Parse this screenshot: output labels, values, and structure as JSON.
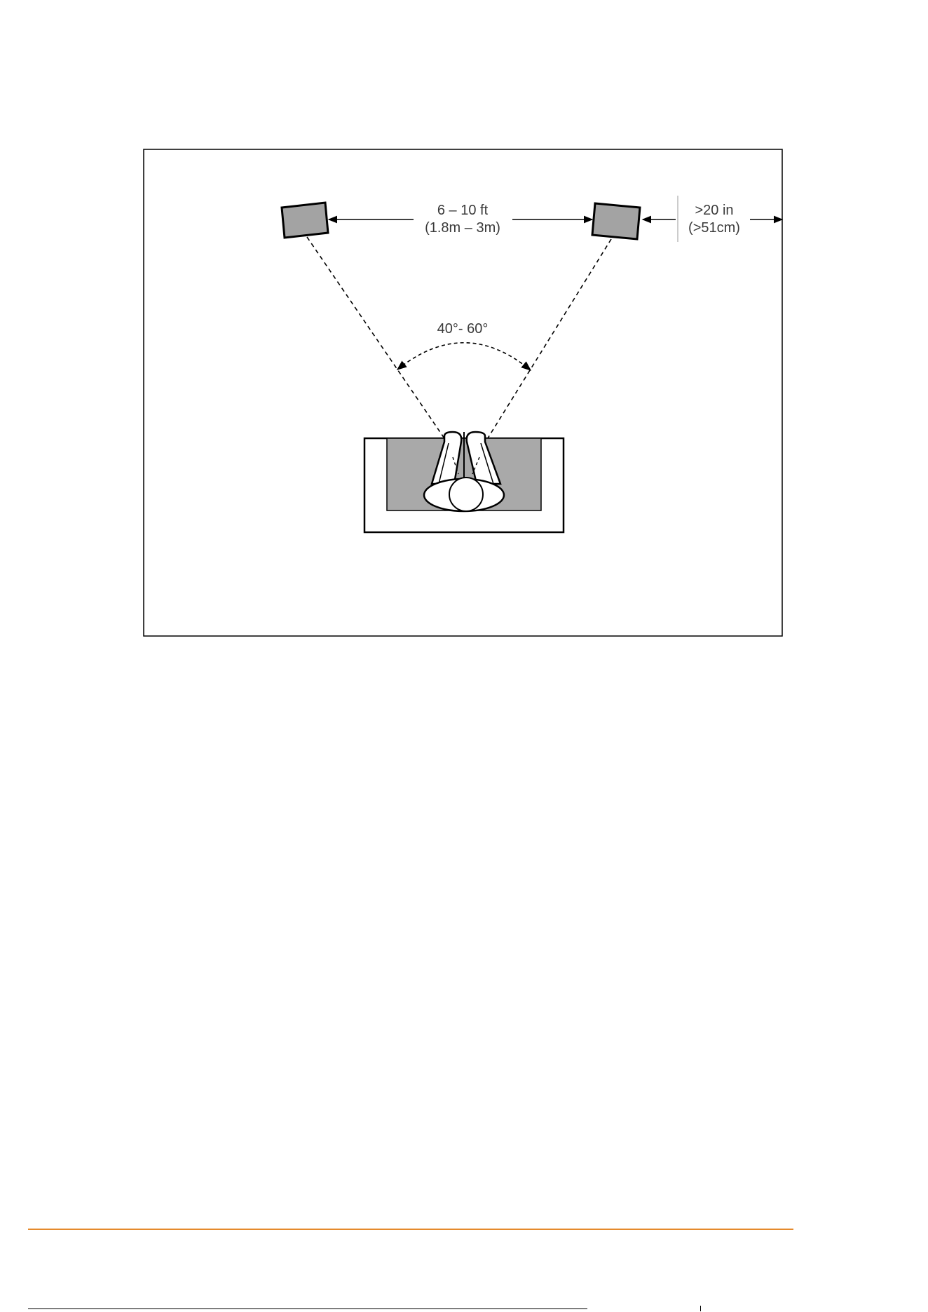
{
  "diagram": {
    "spacing_label_line1": "6 – 10 ft",
    "spacing_label_line2": "(1.8m – 3m)",
    "wall_label_line1": ">20 in",
    "wall_label_line2": "(>51cm)",
    "angle_label": "40°- 60°"
  },
  "colors": {
    "speaker_fill": "#a3a3a3",
    "couch_fill": "#a9a9a9",
    "accent": "#e58a2c"
  },
  "icons": {
    "left_speaker": "speaker-icon",
    "right_speaker": "speaker-icon",
    "listener": "person-icon",
    "couch": "couch-icon"
  }
}
